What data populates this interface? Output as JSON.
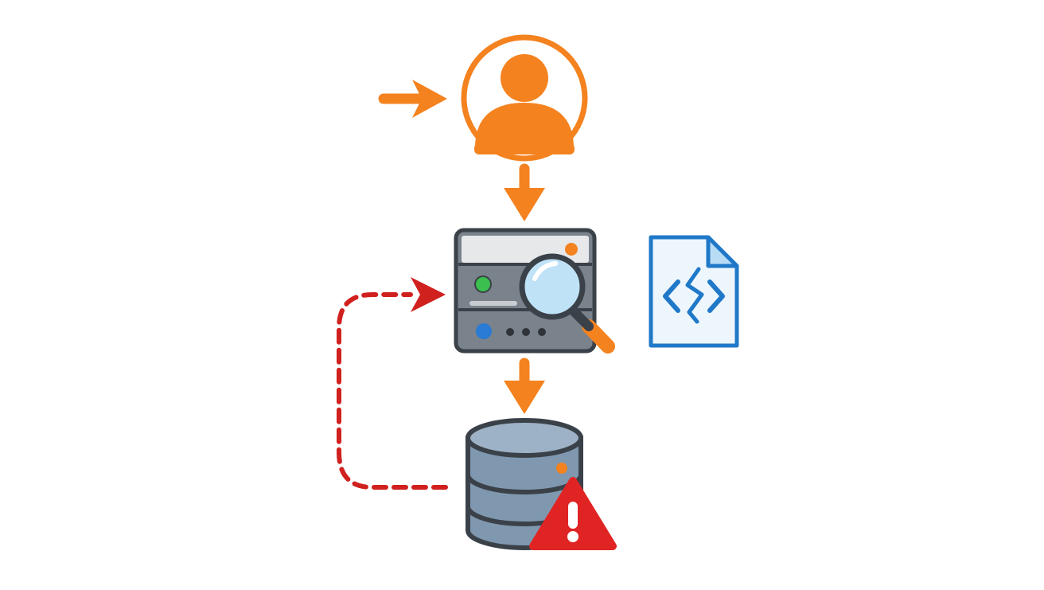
{
  "diagram": {
    "nodes": [
      {
        "id": "user",
        "icon": "user-avatar-icon"
      },
      {
        "id": "server",
        "icon": "server-icon",
        "overlay_icon": "magnifier-icon"
      },
      {
        "id": "code-file",
        "icon": "code-file-icon"
      },
      {
        "id": "database",
        "icon": "database-icon",
        "overlay_icon": "warning-icon"
      }
    ],
    "edges": [
      {
        "from": "external",
        "to": "user",
        "style": "solid"
      },
      {
        "from": "user",
        "to": "server",
        "style": "solid"
      },
      {
        "from": "server",
        "to": "database",
        "style": "solid"
      },
      {
        "from": "database",
        "to": "server",
        "style": "dashed"
      }
    ],
    "colors": {
      "orange": "#f4821f",
      "dark_outline": "#3b4148",
      "server_body": "#7a828c",
      "panel_light": "#e6e8ea",
      "green_led": "#3bbf4f",
      "blue_led": "#2a7bd3",
      "lens": "#bfe2f7",
      "code_blue": "#1f78c8",
      "file_fill": "#eef6fd",
      "db_body": "#7f98b0",
      "warning_red": "#e02424",
      "feedback_red": "#d0211f"
    }
  }
}
